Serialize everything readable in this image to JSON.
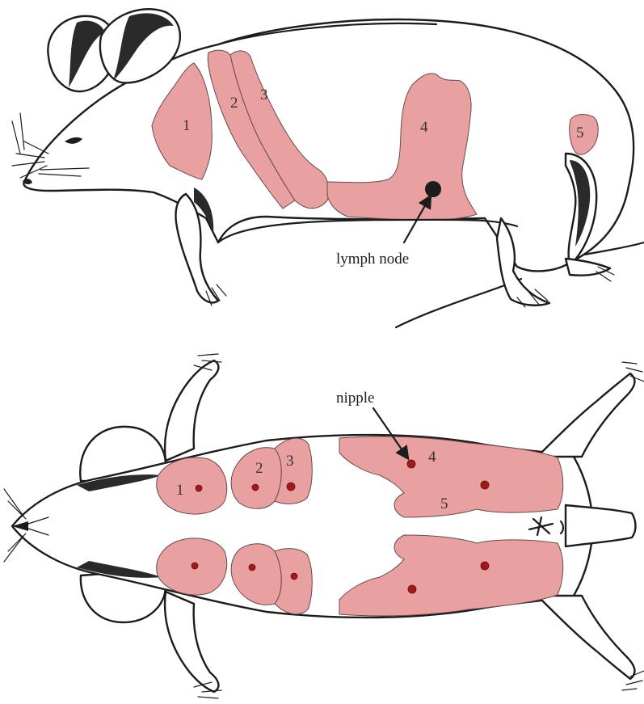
{
  "colors": {
    "gland_fill": "#e9a0a0",
    "outline": "#1c1c1c",
    "nipple": "#a31818",
    "lymph_node": "#1c1c1c"
  },
  "side_view": {
    "gland_labels": [
      "1",
      "2",
      "3",
      "4",
      "5"
    ],
    "lymph_node_label": "lymph node"
  },
  "ventral_view": {
    "gland_labels": [
      "1",
      "2",
      "3",
      "4",
      "5"
    ],
    "nipple_label": "nipple"
  }
}
